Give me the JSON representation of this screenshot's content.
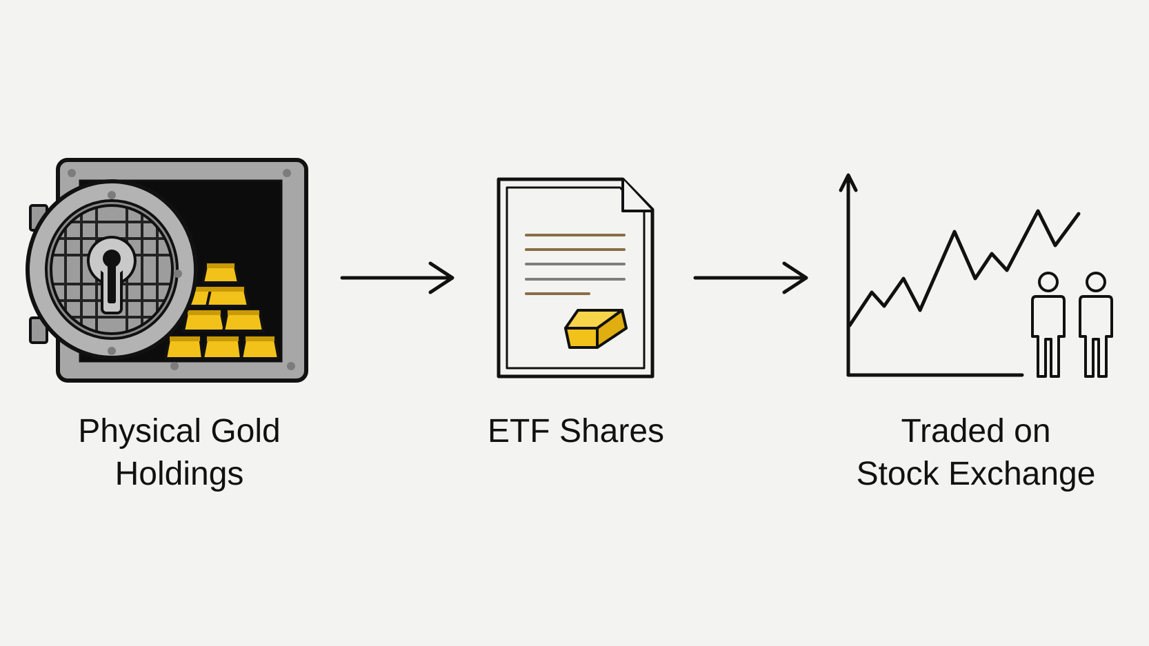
{
  "diagram": {
    "steps": [
      {
        "id": "vault",
        "label_line1": "Physical Gold",
        "label_line2": "Holdings",
        "icon": "gold-vault-icon"
      },
      {
        "id": "etf",
        "label_line1": "ETF Shares",
        "icon": "etf-document-icon"
      },
      {
        "id": "exchange",
        "label_line1": "Traded on",
        "label_line2": "Stock Exchange",
        "icon": "stock-chart-investors-icon"
      }
    ],
    "connectors": [
      {
        "from": "vault",
        "to": "etf",
        "icon": "arrow-right-icon"
      },
      {
        "from": "etf",
        "to": "exchange",
        "icon": "arrow-right-icon"
      }
    ]
  },
  "colors": {
    "background": "#f3f3f1",
    "ink": "#111111",
    "gold": "#f2c21b",
    "gold_dark": "#c99a06",
    "steel": "#a6a6a6",
    "steel_dark": "#7c7c7c",
    "document_line_brown": "#8a6d45",
    "document_line_gray": "#7d7d7d"
  }
}
